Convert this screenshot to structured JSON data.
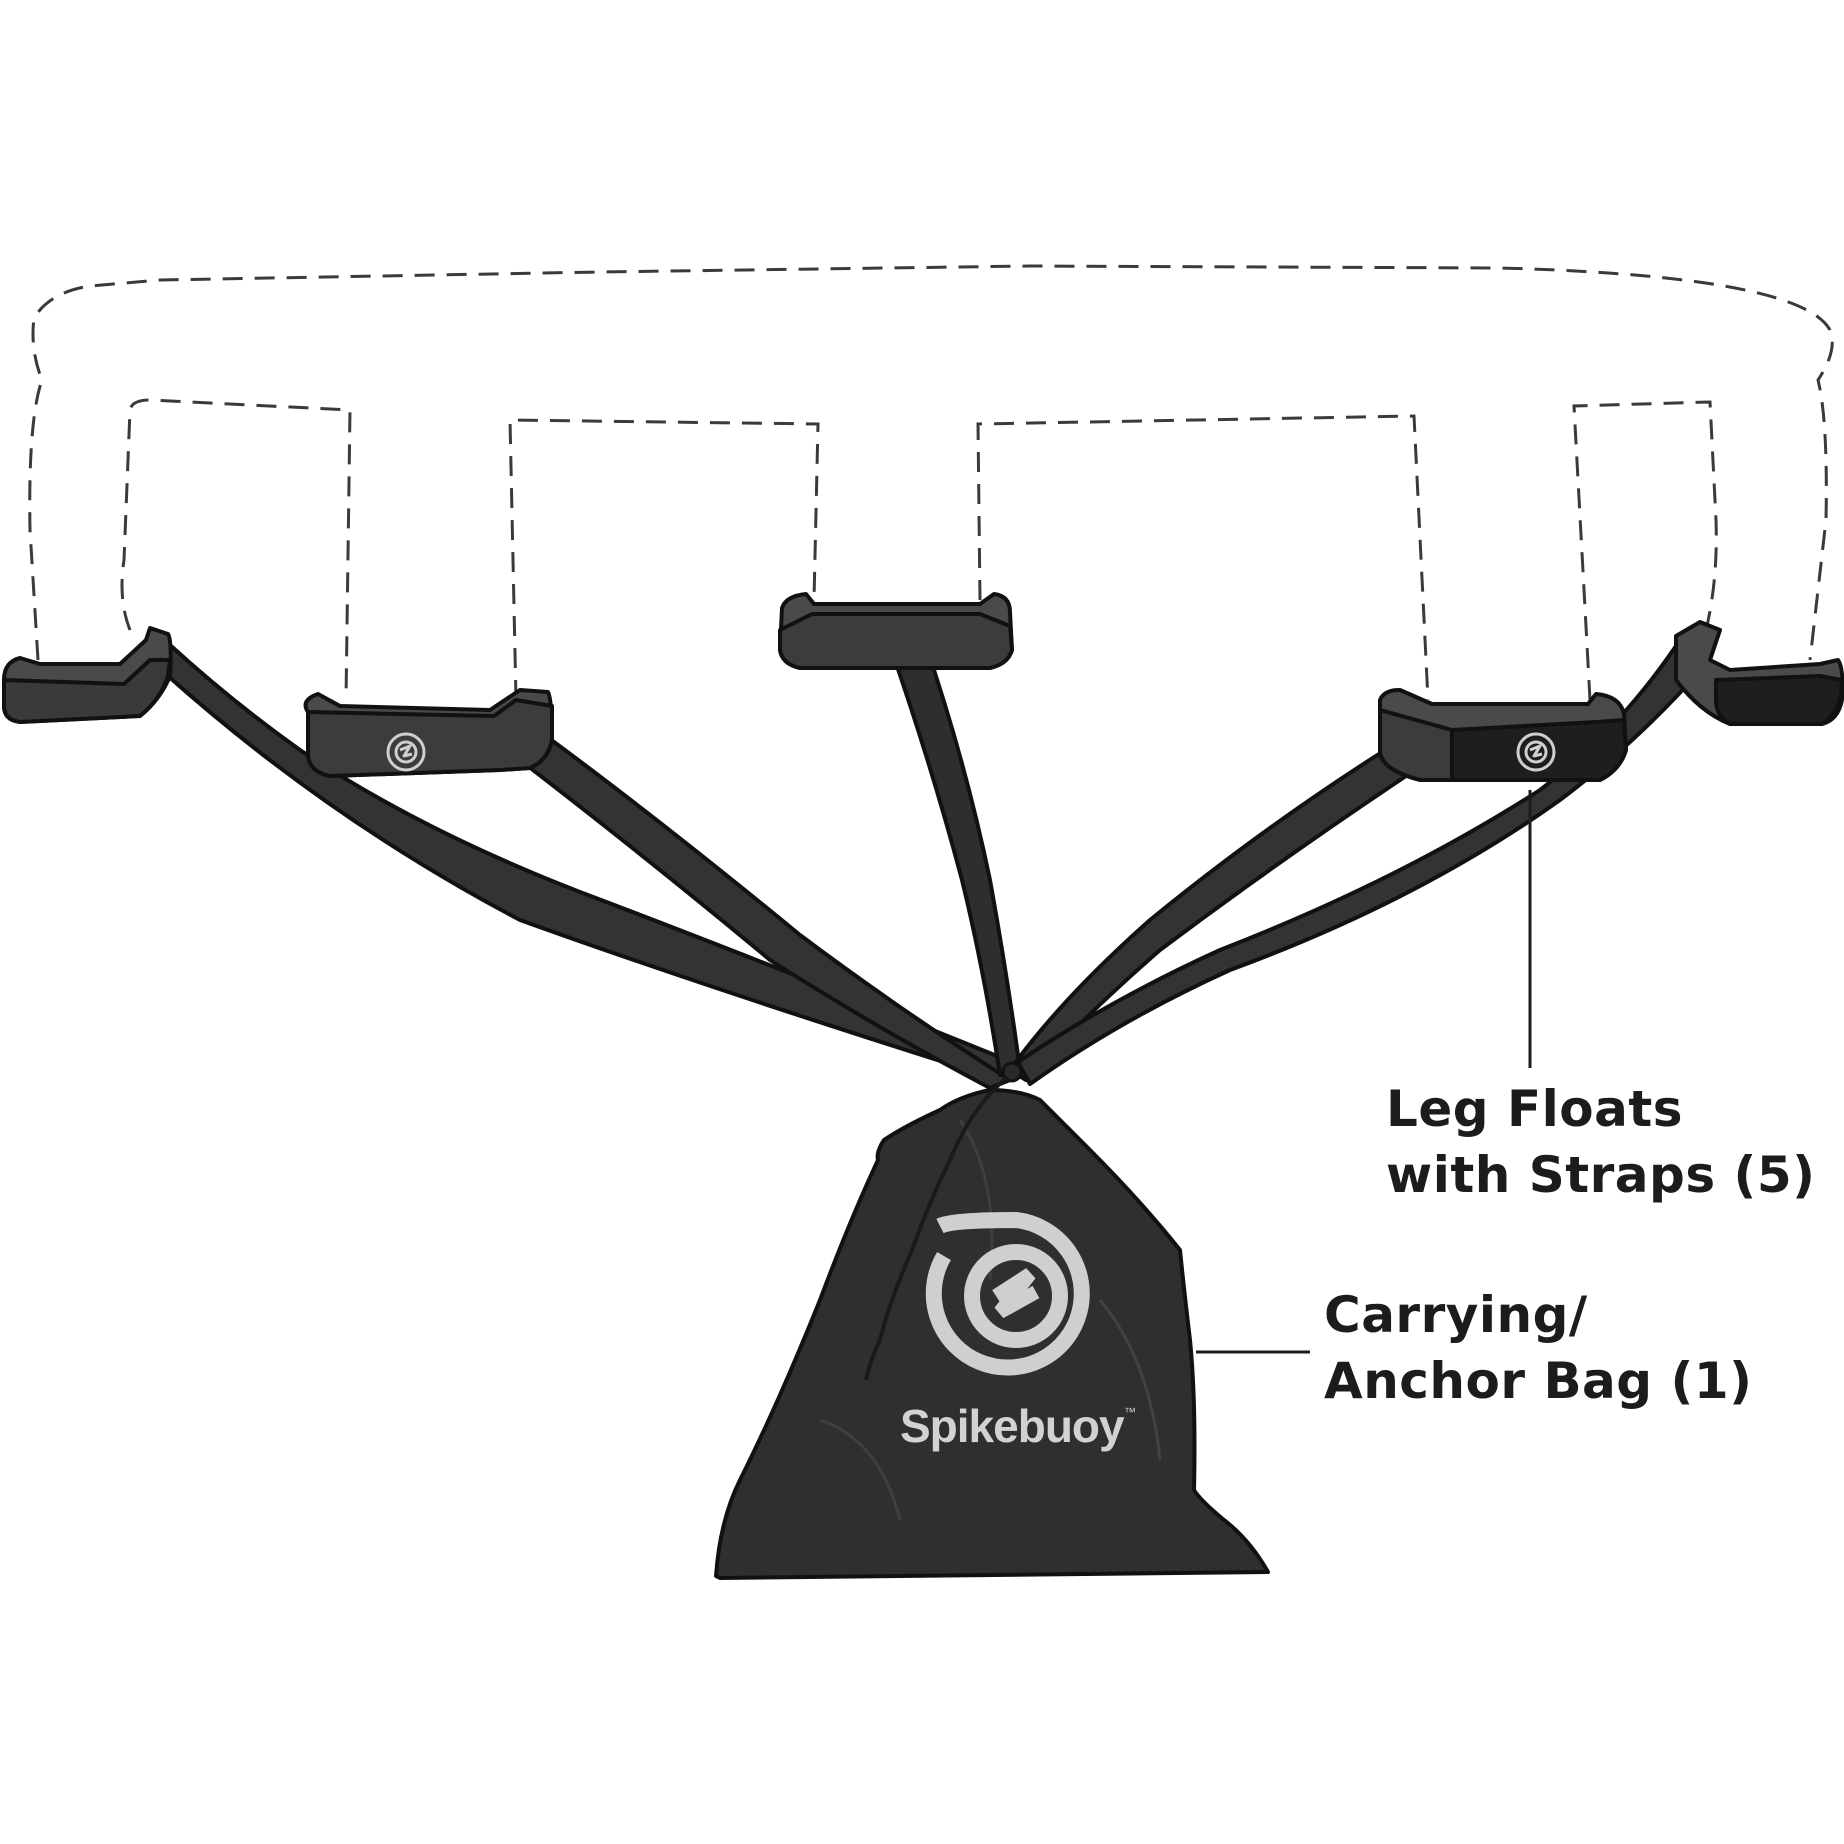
{
  "labels": {
    "leg_floats_line1": "Leg Floats",
    "leg_floats_line2": "with Straps (5)",
    "bag_line1": "Carrying/",
    "bag_line2": "Anchor Bag (1)"
  },
  "bag_brand": "Spikebuoy",
  "trademark": "™",
  "colors": {
    "float_body": "#3a3a3a",
    "float_dark": "#1e1e1e",
    "strap": "#333333",
    "bag": "#2f2f2f",
    "outline": "#111111",
    "dash": "#3a3a3a",
    "logo": "#cfcfcf"
  },
  "icons": [
    "spikebuoy-logo-icon"
  ]
}
